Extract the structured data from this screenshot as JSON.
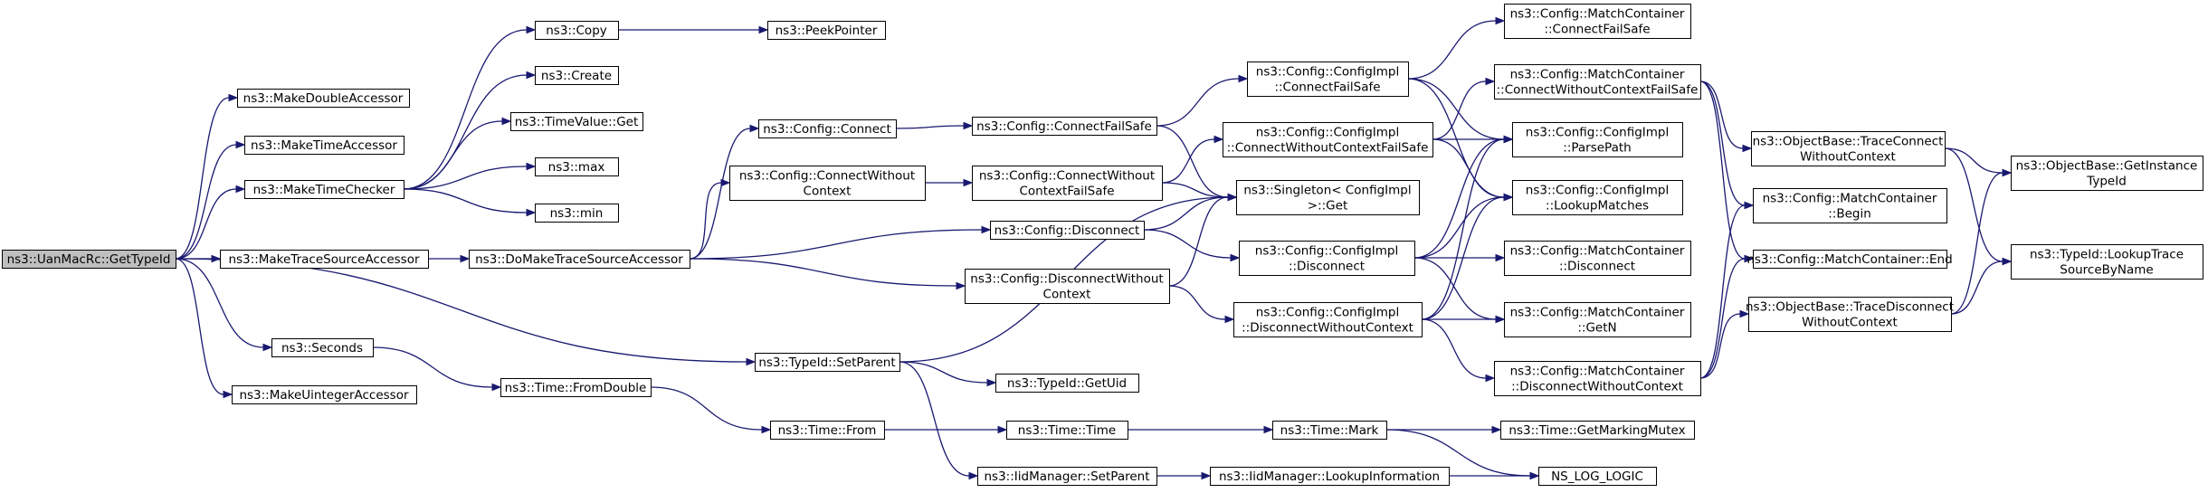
{
  "diagram": {
    "root": "uanmacrc",
    "colors": {
      "edge": "#191970",
      "root_fill": "#bfbfbf",
      "node_fill": "#ffffff",
      "node_stroke": "#000000"
    },
    "nodes": [
      {
        "id": "uanmacrc",
        "lines": [
          "ns3::UanMacRc::GetTypeId"
        ]
      },
      {
        "id": "makedoubleaccessor",
        "lines": [
          "ns3::MakeDoubleAccessor"
        ]
      },
      {
        "id": "maketimeaccessor",
        "lines": [
          "ns3::MakeTimeAccessor"
        ]
      },
      {
        "id": "maketimechecker",
        "lines": [
          "ns3::MakeTimeChecker"
        ]
      },
      {
        "id": "maketracesourceaccessor",
        "lines": [
          "ns3::MakeTraceSourceAccessor"
        ]
      },
      {
        "id": "seconds",
        "lines": [
          "ns3::Seconds"
        ]
      },
      {
        "id": "makeuintegeraccessor",
        "lines": [
          "ns3::MakeUintegerAccessor"
        ]
      },
      {
        "id": "copy",
        "lines": [
          "ns3::Copy"
        ]
      },
      {
        "id": "create",
        "lines": [
          "ns3::Create"
        ]
      },
      {
        "id": "timevalueget",
        "lines": [
          "ns3::TimeValue::Get"
        ]
      },
      {
        "id": "max",
        "lines": [
          "ns3::max"
        ]
      },
      {
        "id": "min",
        "lines": [
          "ns3::min"
        ]
      },
      {
        "id": "peekpointer",
        "lines": [
          "ns3::PeekPointer"
        ]
      },
      {
        "id": "domaketracesourceaccessor",
        "lines": [
          "ns3::DoMakeTraceSourceAccessor"
        ]
      },
      {
        "id": "timefromdouble",
        "lines": [
          "ns3::Time::FromDouble"
        ]
      },
      {
        "id": "configconnect",
        "lines": [
          "ns3::Config::Connect"
        ]
      },
      {
        "id": "configconnectwithoutcontext",
        "lines": [
          "ns3::Config::ConnectWithout",
          "Context"
        ]
      },
      {
        "id": "typeidsetparent",
        "lines": [
          "ns3::TypeId::SetParent"
        ]
      },
      {
        "id": "timefrom",
        "lines": [
          "ns3::Time::From"
        ]
      },
      {
        "id": "configconnectfailsafe",
        "lines": [
          "ns3::Config::ConnectFailSafe"
        ]
      },
      {
        "id": "configconnectwithoutcontextfailsafe",
        "lines": [
          "ns3::Config::ConnectWithout",
          "ContextFailSafe"
        ]
      },
      {
        "id": "configdisconnect",
        "lines": [
          "ns3::Config::Disconnect"
        ]
      },
      {
        "id": "configdisconnectwithoutcontext",
        "lines": [
          "ns3::Config::DisconnectWithout",
          "Context"
        ]
      },
      {
        "id": "typeidgetuid",
        "lines": [
          "ns3::TypeId::GetUid"
        ]
      },
      {
        "id": "timetime",
        "lines": [
          "ns3::Time::Time"
        ]
      },
      {
        "id": "iidmanagersetparent",
        "lines": [
          "ns3::IidManager::SetParent"
        ]
      },
      {
        "id": "implconnectfailsafe",
        "lines": [
          "ns3::Config::ConfigImpl",
          "::ConnectFailSafe"
        ]
      },
      {
        "id": "implconnectwithoutcontextfailsafe",
        "lines": [
          "ns3::Config::ConfigImpl",
          "::ConnectWithoutContextFailSafe"
        ]
      },
      {
        "id": "singletonget",
        "lines": [
          "ns3::Singleton< ConfigImpl",
          " >::Get"
        ]
      },
      {
        "id": "impldisconnect",
        "lines": [
          "ns3::Config::ConfigImpl",
          "::Disconnect"
        ]
      },
      {
        "id": "impldisconnectwithoutcontext",
        "lines": [
          "ns3::Config::ConfigImpl",
          "::DisconnectWithoutContext"
        ]
      },
      {
        "id": "timemark",
        "lines": [
          "ns3::Time::Mark"
        ]
      },
      {
        "id": "iidmanagerlookupinformation",
        "lines": [
          "ns3::IidManager::LookupInformation"
        ]
      },
      {
        "id": "mcconnectfailsafe",
        "lines": [
          "ns3::Config::MatchContainer",
          "::ConnectFailSafe"
        ]
      },
      {
        "id": "mcconnectwithoutcontextfailsafe",
        "lines": [
          "ns3::Config::MatchContainer",
          "::ConnectWithoutContextFailSafe"
        ]
      },
      {
        "id": "implparsepath",
        "lines": [
          "ns3::Config::ConfigImpl",
          "::ParsePath"
        ]
      },
      {
        "id": "impllookupmatches",
        "lines": [
          "ns3::Config::ConfigImpl",
          "::LookupMatches"
        ]
      },
      {
        "id": "mcdisconnect",
        "lines": [
          "ns3::Config::MatchContainer",
          "::Disconnect"
        ]
      },
      {
        "id": "mcgetn",
        "lines": [
          "ns3::Config::MatchContainer",
          "::GetN"
        ]
      },
      {
        "id": "mcdisconnectwithoutcontext",
        "lines": [
          "ns3::Config::MatchContainer",
          "::DisconnectWithoutContext"
        ]
      },
      {
        "id": "timegetmarkingmutex",
        "lines": [
          "ns3::Time::GetMarkingMutex"
        ]
      },
      {
        "id": "nsloglogic",
        "lines": [
          "NS_LOG_LOGIC"
        ]
      },
      {
        "id": "obtraceconnectwithoutcontext",
        "lines": [
          "ns3::ObjectBase::TraceConnect",
          "WithoutContext"
        ]
      },
      {
        "id": "mcbegin",
        "lines": [
          "ns3::Config::MatchContainer",
          "::Begin"
        ]
      },
      {
        "id": "mcend",
        "lines": [
          "ns3::Config::MatchContainer::End"
        ]
      },
      {
        "id": "obtracedisconnectwithoutcontext",
        "lines": [
          "ns3::ObjectBase::TraceDisconnect",
          "WithoutContext"
        ]
      },
      {
        "id": "obgetinstancetypeid",
        "lines": [
          "ns3::ObjectBase::GetInstance",
          "TypeId"
        ]
      },
      {
        "id": "typeidlookuptracesourcebyname",
        "lines": [
          "ns3::TypeId::LookupTrace",
          "SourceByName"
        ]
      }
    ],
    "edges": [
      [
        "uanmacrc",
        "makedoubleaccessor"
      ],
      [
        "uanmacrc",
        "maketimeaccessor"
      ],
      [
        "uanmacrc",
        "maketimechecker"
      ],
      [
        "uanmacrc",
        "maketracesourceaccessor"
      ],
      [
        "uanmacrc",
        "seconds"
      ],
      [
        "uanmacrc",
        "makeuintegeraccessor"
      ],
      [
        "uanmacrc",
        "typeidsetparent"
      ],
      [
        "maketimechecker",
        "copy"
      ],
      [
        "maketimechecker",
        "create"
      ],
      [
        "maketimechecker",
        "timevalueget"
      ],
      [
        "maketimechecker",
        "max"
      ],
      [
        "maketimechecker",
        "min"
      ],
      [
        "copy",
        "peekpointer"
      ],
      [
        "maketracesourceaccessor",
        "domaketracesourceaccessor"
      ],
      [
        "domaketracesourceaccessor",
        "configconnect"
      ],
      [
        "domaketracesourceaccessor",
        "configconnectwithoutcontext"
      ],
      [
        "domaketracesourceaccessor",
        "configdisconnect"
      ],
      [
        "domaketracesourceaccessor",
        "configdisconnectwithoutcontext"
      ],
      [
        "seconds",
        "timefromdouble"
      ],
      [
        "timefromdouble",
        "timefrom"
      ],
      [
        "timefrom",
        "timetime"
      ],
      [
        "timetime",
        "timemark"
      ],
      [
        "timemark",
        "timegetmarkingmutex"
      ],
      [
        "timemark",
        "nsloglogic"
      ],
      [
        "typeidsetparent",
        "typeidgetuid"
      ],
      [
        "typeidsetparent",
        "iidmanagersetparent"
      ],
      [
        "typeidsetparent",
        "singletonget"
      ],
      [
        "iidmanagersetparent",
        "iidmanagerlookupinformation"
      ],
      [
        "iidmanagerlookupinformation",
        "nsloglogic"
      ],
      [
        "configconnect",
        "configconnectfailsafe"
      ],
      [
        "configconnectfailsafe",
        "implconnectfailsafe"
      ],
      [
        "configconnectfailsafe",
        "singletonget"
      ],
      [
        "configconnectwithoutcontext",
        "configconnectwithoutcontextfailsafe"
      ],
      [
        "configconnectwithoutcontextfailsafe",
        "implconnectwithoutcontextfailsafe"
      ],
      [
        "configconnectwithoutcontextfailsafe",
        "singletonget"
      ],
      [
        "configdisconnect",
        "impldisconnect"
      ],
      [
        "configdisconnect",
        "singletonget"
      ],
      [
        "configdisconnectwithoutcontext",
        "impldisconnectwithoutcontext"
      ],
      [
        "configdisconnectwithoutcontext",
        "singletonget"
      ],
      [
        "implconnectfailsafe",
        "mcconnectfailsafe"
      ],
      [
        "implconnectfailsafe",
        "implparsepath"
      ],
      [
        "implconnectfailsafe",
        "impllookupmatches"
      ],
      [
        "implconnectwithoutcontextfailsafe",
        "mcconnectwithoutcontextfailsafe"
      ],
      [
        "implconnectwithoutcontextfailsafe",
        "implparsepath"
      ],
      [
        "implconnectwithoutcontextfailsafe",
        "impllookupmatches"
      ],
      [
        "impldisconnect",
        "implparsepath"
      ],
      [
        "impldisconnect",
        "impllookupmatches"
      ],
      [
        "impldisconnect",
        "mcdisconnect"
      ],
      [
        "impldisconnect",
        "mcgetn"
      ],
      [
        "impldisconnectwithoutcontext",
        "implparsepath"
      ],
      [
        "impldisconnectwithoutcontext",
        "impllookupmatches"
      ],
      [
        "impldisconnectwithoutcontext",
        "mcgetn"
      ],
      [
        "impldisconnectwithoutcontext",
        "mcdisconnectwithoutcontext"
      ],
      [
        "mcconnectwithoutcontextfailsafe",
        "obtraceconnectwithoutcontext"
      ],
      [
        "mcconnectwithoutcontextfailsafe",
        "mcbegin"
      ],
      [
        "mcconnectwithoutcontextfailsafe",
        "mcend"
      ],
      [
        "mcdisconnectwithoutcontext",
        "obtracedisconnectwithoutcontext"
      ],
      [
        "mcdisconnectwithoutcontext",
        "mcbegin"
      ],
      [
        "mcdisconnectwithoutcontext",
        "mcend"
      ],
      [
        "obtraceconnectwithoutcontext",
        "obgetinstancetypeid"
      ],
      [
        "obtraceconnectwithoutcontext",
        "typeidlookuptracesourcebyname"
      ],
      [
        "obtracedisconnectwithoutcontext",
        "obgetinstancetypeid"
      ],
      [
        "obtracedisconnectwithoutcontext",
        "typeidlookuptracesourcebyname"
      ]
    ]
  }
}
